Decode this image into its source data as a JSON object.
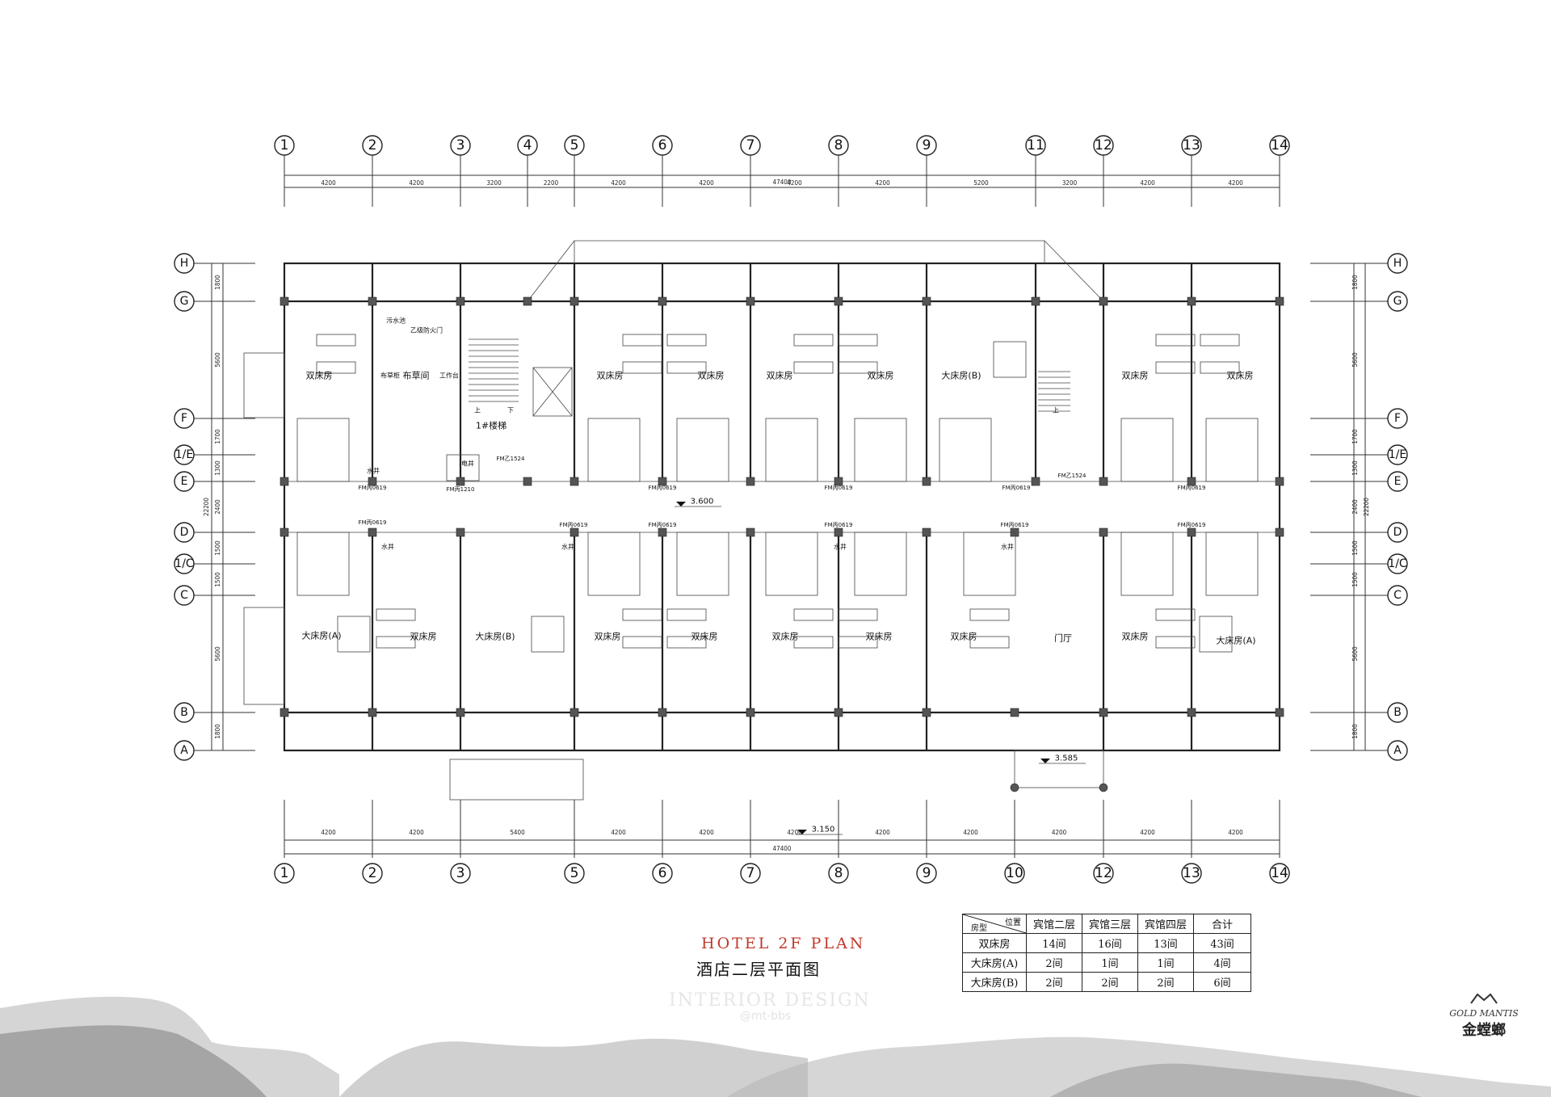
{
  "grid_top": [
    "1",
    "2",
    "3",
    "4",
    "5",
    "6",
    "7",
    "8",
    "9",
    "11",
    "12",
    "13",
    "14"
  ],
  "grid_bottom": [
    "1",
    "2",
    "3",
    "5",
    "6",
    "7",
    "8",
    "9",
    "10",
    "12",
    "13",
    "14"
  ],
  "grid_rows": [
    "H",
    "G",
    "F",
    "1/E",
    "E",
    "D",
    "1/C",
    "C",
    "B",
    "A"
  ],
  "top_dims": [
    "4200",
    "4200",
    "3200",
    "2200",
    "4200",
    "4200",
    "4200",
    "4200",
    "5200",
    "3200",
    "4200",
    "4200"
  ],
  "top_total": "47400",
  "bottom_dims": [
    "4200",
    "4200",
    "5400",
    "4200",
    "4200",
    "4200",
    "4200",
    "4200",
    "4200",
    "4200",
    "4200"
  ],
  "bottom_total": "47400",
  "side_dims": [
    "1800",
    "5600",
    "1700",
    "1300",
    "2400",
    "1500",
    "1500",
    "5600",
    "1800"
  ],
  "side_total": "22200",
  "levels": {
    "corridor": "3.600",
    "entry": "3.585",
    "canopy": "3.150"
  },
  "rooms": {
    "twin": "双床房",
    "king_a": "大床房(A)",
    "king_b": "大床房(B)",
    "linen": "布草间",
    "stair": "1#楼梯",
    "lobby": "门厅",
    "shaft": "水井",
    "elec": "电井",
    "sink": "污水池",
    "fire_door": "乙级防火门",
    "cabinet": "布草柜",
    "work": "工作台",
    "up": "上",
    "down": "下"
  },
  "door_tags": {
    "fm": "FM丙0619",
    "fmz": "FM乙1524",
    "fmz2": "FM丙1210"
  },
  "title": {
    "en": "HOTEL 2F PLAN",
    "cn": "酒店二层平面图"
  },
  "watermark": {
    "main": "INTERIOR DESIGN",
    "sub": "@mt-bbs"
  },
  "table": {
    "corner_top": "位置",
    "corner_bottom": "房型",
    "headers": [
      "宾馆二层",
      "宾馆三层",
      "宾馆四层",
      "合计"
    ],
    "rows": [
      {
        "type": "双床房",
        "values": [
          "14间",
          "16间",
          "13间",
          "43间"
        ]
      },
      {
        "type": "大床房(A)",
        "values": [
          "2间",
          "1间",
          "1间",
          "4间"
        ]
      },
      {
        "type": "大床房(B)",
        "values": [
          "2间",
          "2间",
          "2间",
          "6间"
        ]
      }
    ]
  },
  "brand": {
    "en": "GOLD MANTIS",
    "cn": "金螳螂"
  }
}
